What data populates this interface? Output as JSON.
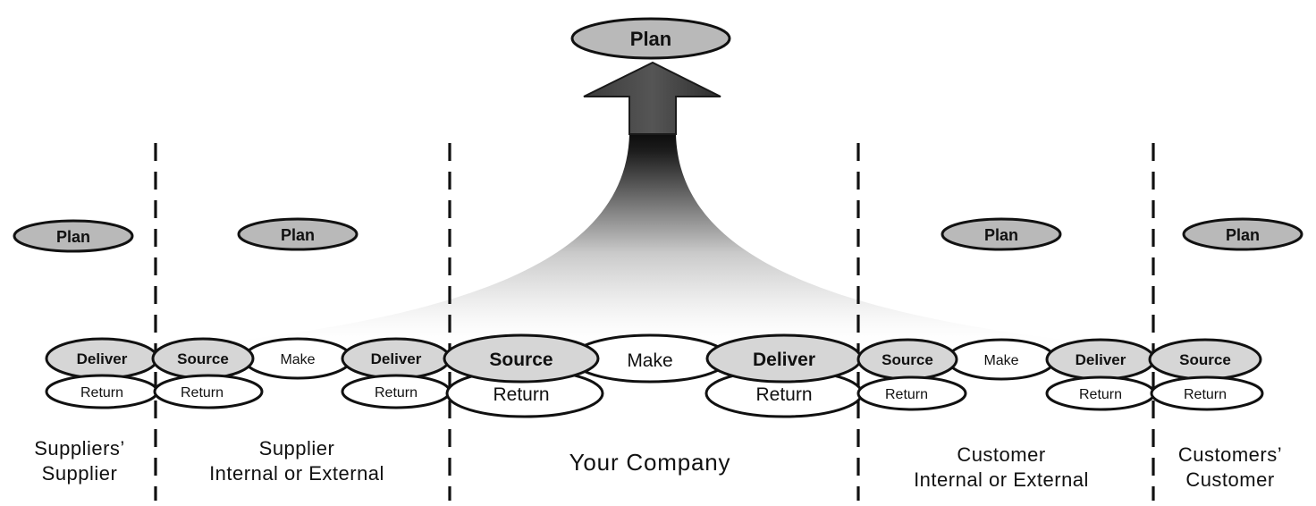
{
  "diagram": {
    "top_plan": "Plan",
    "segments": [
      {
        "plan": "Plan",
        "caption": [
          "Suppliers’",
          "Supplier"
        ]
      },
      {
        "plan": "Plan",
        "caption": [
          "Supplier",
          "Internal or External"
        ]
      },
      {
        "caption": [
          "Your Company"
        ]
      },
      {
        "plan": "Plan",
        "caption": [
          "Customer",
          "Internal or External"
        ]
      },
      {
        "plan": "Plan",
        "caption": [
          "Customers’",
          "Customer"
        ]
      }
    ],
    "process_labels": {
      "deliver": "Deliver",
      "source": "Source",
      "make": "Make",
      "return": "Return"
    },
    "colors": {
      "plan_fill": "#b9b9b9",
      "grey_fill": "#d6d6d6",
      "line": "#111111",
      "background": "#ffffff"
    }
  }
}
